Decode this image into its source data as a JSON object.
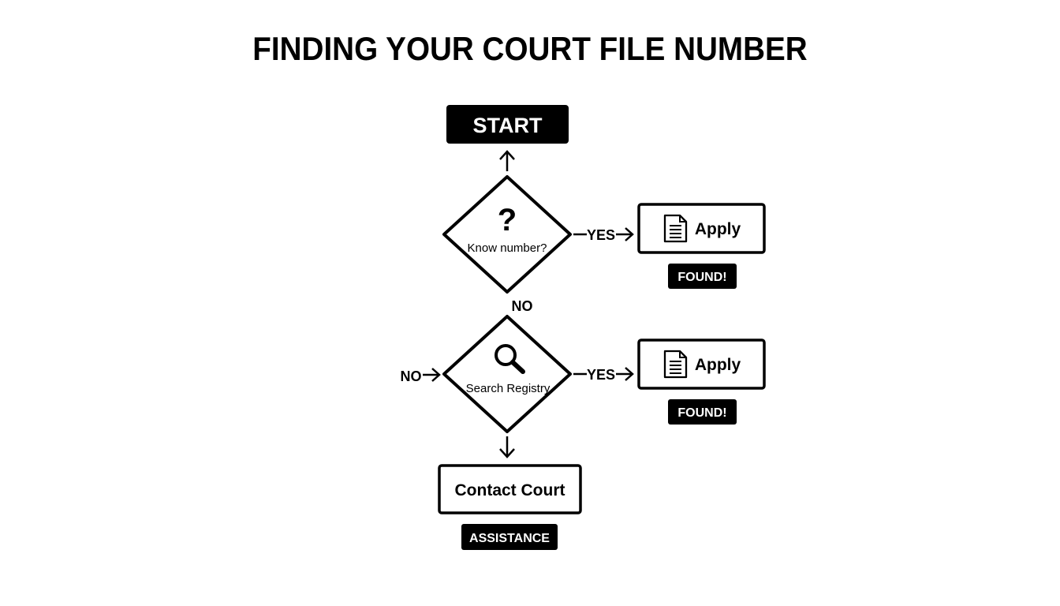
{
  "title": "FINDING YOUR COURT FILE NUMBER",
  "nodes": {
    "start": "START",
    "decision1": {
      "symbol": "?",
      "label": "Know number?"
    },
    "decision2": {
      "label": "Search Registry",
      "icon": "magnifier-icon"
    },
    "apply1": {
      "label": "Apply",
      "icon": "document-icon"
    },
    "apply2": {
      "label": "Apply",
      "icon": "document-icon"
    },
    "contact": "Contact Court"
  },
  "badges": {
    "found1": "FOUND!",
    "found2": "FOUND!",
    "assistance": "ASSISTANCE"
  },
  "edge_labels": {
    "yes1": "YES",
    "yes2": "YES",
    "no_down": "NO",
    "no_left": "NO"
  },
  "colors": {
    "ink": "#000000",
    "background": "#ffffff"
  }
}
